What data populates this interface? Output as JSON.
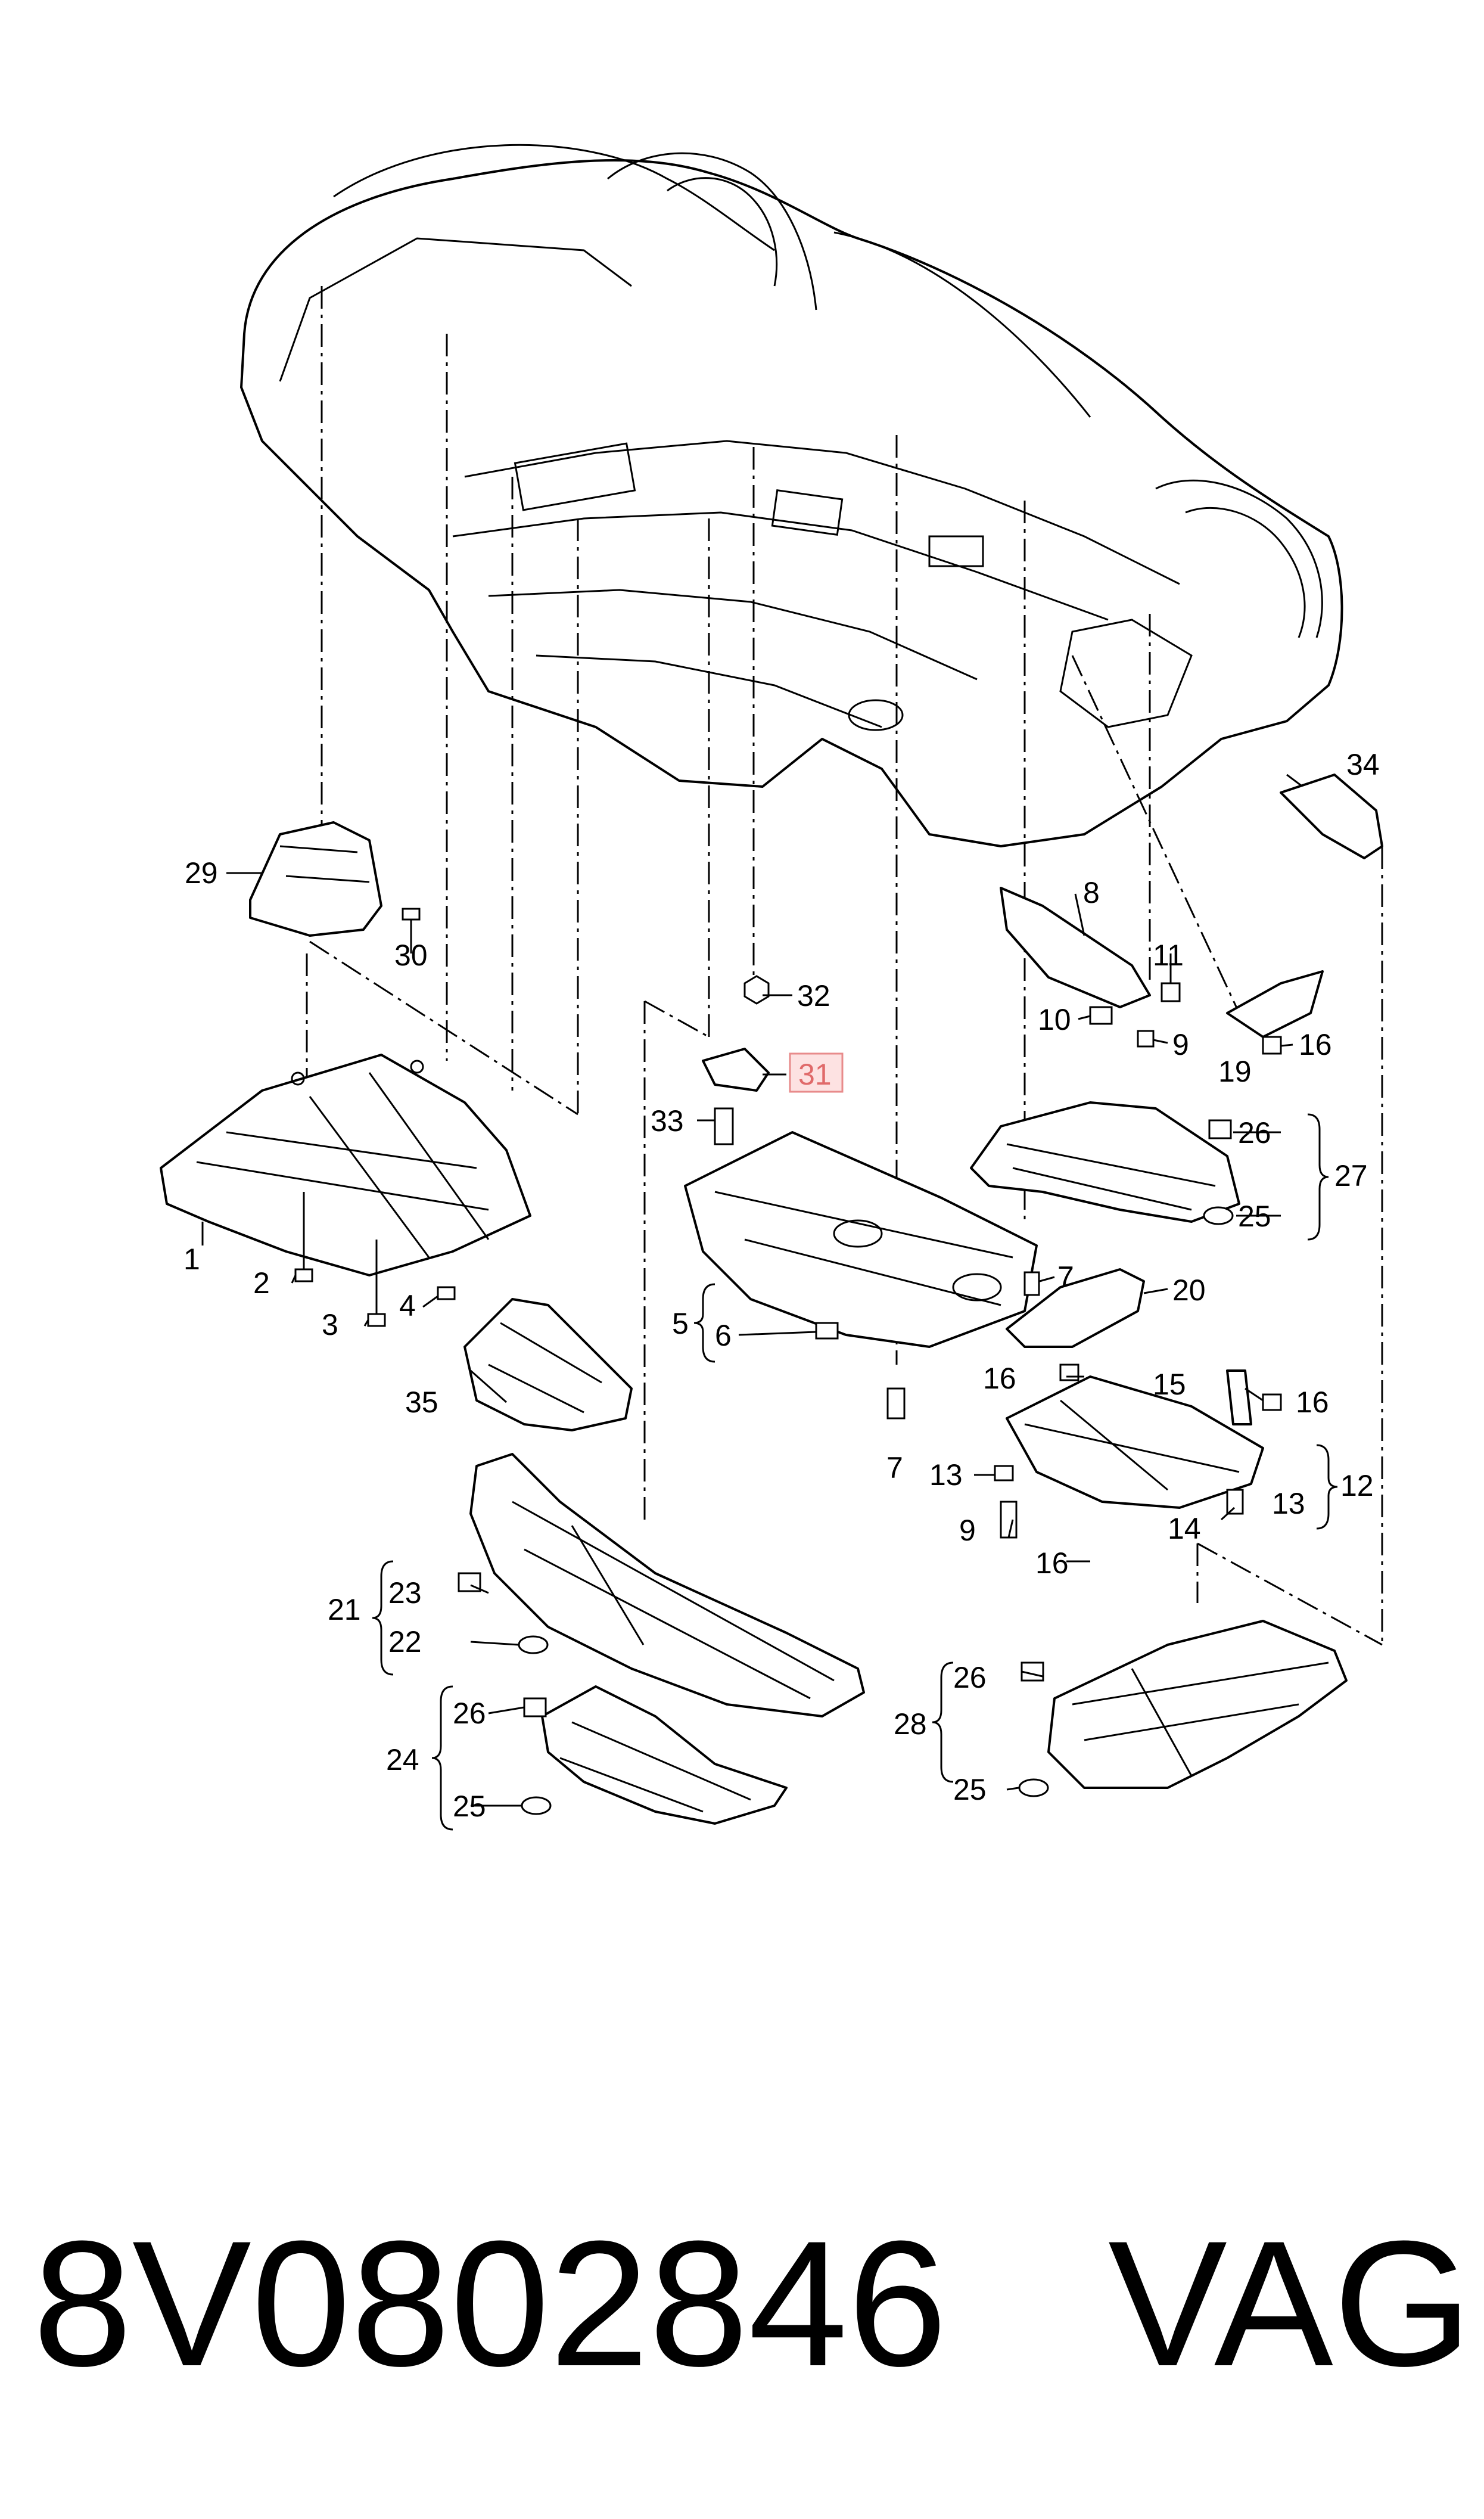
{
  "callouts": {
    "c1": "1",
    "c2": "2",
    "c3": "3",
    "c4": "4",
    "c5": "5",
    "c6": "6",
    "c7a": "7",
    "c7b": "7",
    "c8": "8",
    "c9a": "9",
    "c9b": "9",
    "c10": "10",
    "c11": "11",
    "c12": "12",
    "c13a": "13",
    "c13b": "13",
    "c14": "14",
    "c15": "15",
    "c16a": "16",
    "c16b": "16",
    "c16c": "16",
    "c16d": "16",
    "c19": "19",
    "c20": "20",
    "c21": "21",
    "c22": "22",
    "c23": "23",
    "c24": "24",
    "c25a": "25",
    "c25b": "25",
    "c25c": "25",
    "c26a": "26",
    "c26b": "26",
    "c26c": "26",
    "c27": "27",
    "c28": "28",
    "c29": "29",
    "c30": "30",
    "c31": "31",
    "c32": "32",
    "c33": "33",
    "c34": "34",
    "c35": "35"
  },
  "highlight": {
    "callout": "31",
    "stroke": "#e88b8b",
    "fill": "#fde2e2"
  },
  "footer": {
    "part_number": "8V0802846",
    "brand": "VAG"
  }
}
